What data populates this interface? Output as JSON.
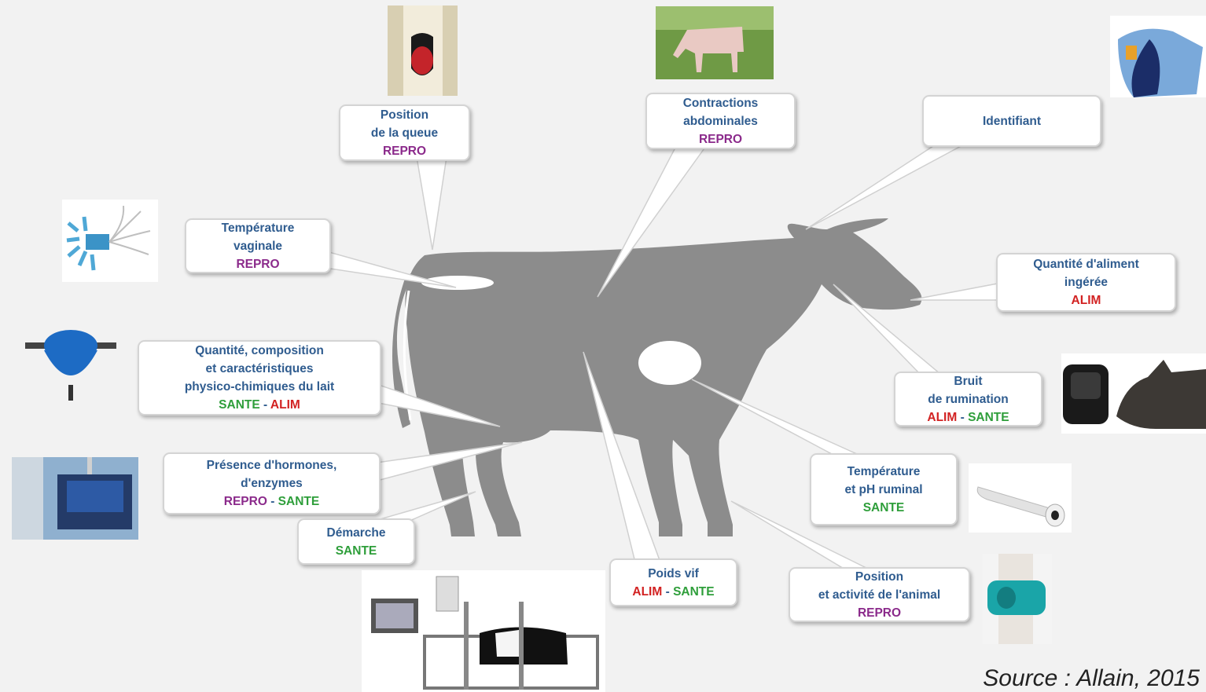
{
  "source": "Source : Allain, 2015",
  "tag_colors": {
    "REPRO": "#8b2a8b",
    "SANTE": "#2e9e3a",
    "ALIM": "#d22222"
  },
  "callouts": [
    {
      "id": "position-queue",
      "lines": [
        "Position",
        "de la queue"
      ],
      "tags": [
        "REPRO"
      ]
    },
    {
      "id": "contractions",
      "lines": [
        "Contractions",
        "abdominales"
      ],
      "tags": [
        "REPRO"
      ]
    },
    {
      "id": "identifiant",
      "lines": [
        "Identifiant"
      ],
      "tags": []
    },
    {
      "id": "temperature-vaginale",
      "lines": [
        "Température",
        "vaginale"
      ],
      "tags": [
        "REPRO"
      ]
    },
    {
      "id": "quantite-aliment",
      "lines": [
        "Quantité d'aliment",
        "ingérée"
      ],
      "tags": [
        "ALIM"
      ]
    },
    {
      "id": "quantite-lait",
      "lines": [
        "Quantité,  composition",
        "et caractéristiques",
        "physico-chimiques du lait"
      ],
      "tags": [
        "SANTE",
        "ALIM"
      ]
    },
    {
      "id": "bruit-rumination",
      "lines": [
        "Bruit",
        "de rumination"
      ],
      "tags": [
        "ALIM",
        "SANTE"
      ]
    },
    {
      "id": "hormones",
      "lines": [
        "Présence d'hormones,",
        "d'enzymes"
      ],
      "tags": [
        "REPRO",
        "SANTE"
      ]
    },
    {
      "id": "temperature-ruminal",
      "lines": [
        "Température",
        "et pH ruminal"
      ],
      "tags": [
        "SANTE"
      ]
    },
    {
      "id": "demarche",
      "lines": [
        "Démarche"
      ],
      "tags": [
        "SANTE"
      ]
    },
    {
      "id": "poids-vif",
      "lines": [
        "Poids vif"
      ],
      "tags": [
        "ALIM",
        "SANTE"
      ]
    },
    {
      "id": "position-activite",
      "lines": [
        "Position",
        "et activité de l'animal"
      ],
      "tags": [
        "REPRO"
      ]
    }
  ],
  "photos": [
    {
      "name": "tail-sensor-photo"
    },
    {
      "name": "grazing-cow-photo"
    },
    {
      "name": "ear-tag-cow-photo"
    },
    {
      "name": "vaginal-probe-photo"
    },
    {
      "name": "milk-meter-photo"
    },
    {
      "name": "rumination-collar-photo"
    },
    {
      "name": "milk-analyzer-photo"
    },
    {
      "name": "rumen-bolus-photo"
    },
    {
      "name": "weighing-scale-photo"
    },
    {
      "name": "pedometer-photo"
    }
  ]
}
